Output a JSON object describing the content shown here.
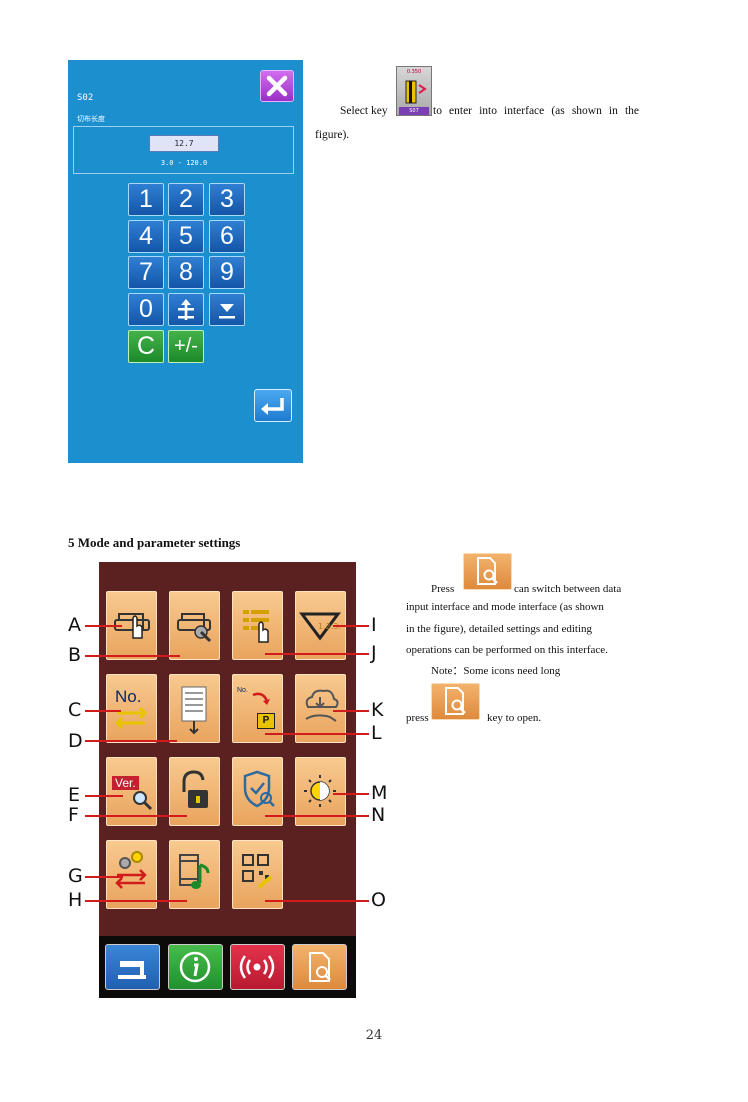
{
  "keypad_panel": {
    "code": "S02",
    "subtitle": "切布长度",
    "value": "12.7",
    "range": "3.0 - 120.0",
    "keys": [
      "1",
      "2",
      "3",
      "4",
      "5",
      "6",
      "7",
      "8",
      "9",
      "0",
      "+",
      "▼",
      "C",
      "+/-"
    ]
  },
  "paragraph1": {
    "before": "Select key",
    "after": "to enter into interface (as shown in the",
    "tail": "figure).",
    "icon_top_label": "0.350",
    "icon_bottom_label": "S07"
  },
  "section_heading": "5 Mode and parameter settings",
  "mode_panel": {
    "callouts": [
      "A",
      "B",
      "C",
      "D",
      "E",
      "F",
      "G",
      "H",
      "I",
      "J",
      "K",
      "L",
      "M",
      "N",
      "O"
    ],
    "key_labels": {
      "no": "No.",
      "ver": "Ver.",
      "num": "1.2.3.",
      "p": "P",
      "no_small": "No."
    },
    "colors": {
      "panel": "#5b2121",
      "key": "#f0b06c",
      "line": "#d21c1c"
    }
  },
  "paragraph2": {
    "l1_before": "Press",
    "l1_after": "can switch between data",
    "l2": "input interface and mode interface (as shown",
    "l3": "in the figure), detailed settings and editing",
    "l4": "operations can be performed on this interface.",
    "l5": "Note：Some icons need long",
    "l6_before": "press",
    "l6_after": "key to open."
  },
  "page_number": "24"
}
